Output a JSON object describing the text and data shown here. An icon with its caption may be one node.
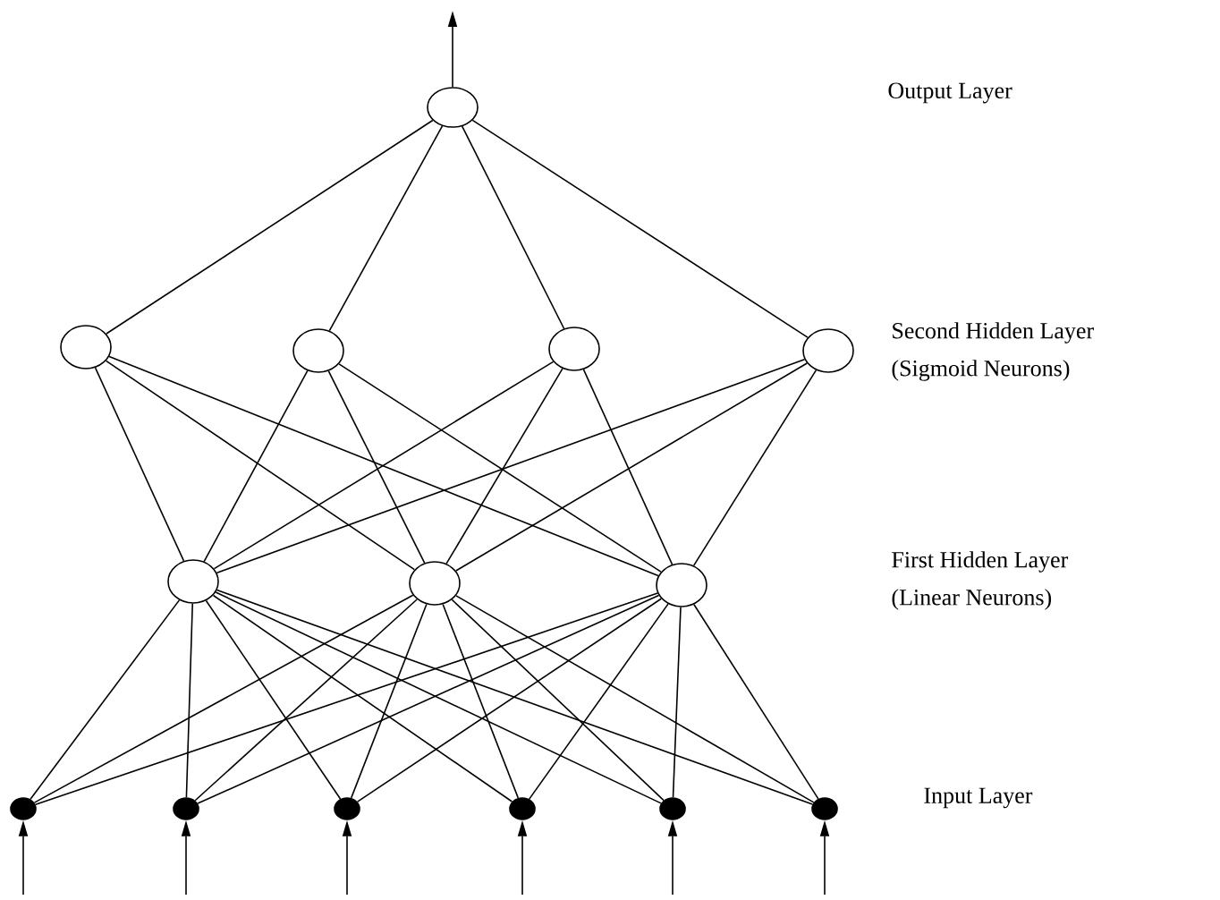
{
  "diagram": {
    "nodes": [
      {
        "text": [],
        "shape": "circle"
      },
      {
        "text": [],
        "shape": "circle"
      },
      {
        "text": [],
        "shape": "circle"
      },
      {
        "text": [],
        "shape": "circle"
      },
      {
        "text": [],
        "shape": "circle"
      },
      {
        "text": [],
        "shape": "circle"
      },
      {
        "text": [],
        "shape": "circle"
      },
      {
        "text": [],
        "shape": "circle"
      },
      {
        "text": [],
        "shape": "circle"
      },
      {
        "text": [],
        "shape": "circle"
      },
      {
        "text": [],
        "shape": "circle"
      },
      {
        "text": [],
        "shape": "circle"
      },
      {
        "text": [],
        "shape": "circle"
      },
      {
        "text": [],
        "shape": "circle"
      }
    ],
    "edges": [
      {
        "from": 0,
        "to": null,
        "arrow": "to"
      },
      {
        "from": 1,
        "to": 0,
        "arrow": "none"
      },
      {
        "from": 2,
        "to": 0,
        "arrow": "none"
      },
      {
        "from": 3,
        "to": 0,
        "arrow": "none"
      },
      {
        "from": 4,
        "to": 0,
        "arrow": "none"
      },
      {
        "from": 5,
        "to": 1,
        "arrow": "none"
      },
      {
        "from": 5,
        "to": 2,
        "arrow": "none"
      },
      {
        "from": 5,
        "to": 3,
        "arrow": "none"
      },
      {
        "from": 5,
        "to": 4,
        "arrow": "none"
      },
      {
        "from": 6,
        "to": 1,
        "arrow": "none"
      },
      {
        "from": 6,
        "to": 2,
        "arrow": "none"
      },
      {
        "from": 6,
        "to": 3,
        "arrow": "none"
      },
      {
        "from": 6,
        "to": 4,
        "arrow": "none"
      },
      {
        "from": 7,
        "to": 1,
        "arrow": "none"
      },
      {
        "from": 7,
        "to": 2,
        "arrow": "none"
      },
      {
        "from": 7,
        "to": 3,
        "arrow": "none"
      },
      {
        "from": 7,
        "to": 4,
        "arrow": "none"
      },
      {
        "from": 8,
        "to": 5,
        "arrow": "none"
      },
      {
        "from": 8,
        "to": 6,
        "arrow": "none"
      },
      {
        "from": 8,
        "to": 7,
        "arrow": "none"
      },
      {
        "from": 9,
        "to": 5,
        "arrow": "none"
      },
      {
        "from": 9,
        "to": 6,
        "arrow": "none"
      },
      {
        "from": 9,
        "to": 7,
        "arrow": "none"
      },
      {
        "from": 10,
        "to": 5,
        "arrow": "none"
      },
      {
        "from": 10,
        "to": 6,
        "arrow": "none"
      },
      {
        "from": 10,
        "to": 7,
        "arrow": "none"
      },
      {
        "from": 11,
        "to": 5,
        "arrow": "none"
      },
      {
        "from": 11,
        "to": 6,
        "arrow": "none"
      },
      {
        "from": 11,
        "to": 7,
        "arrow": "none"
      },
      {
        "from": 12,
        "to": 5,
        "arrow": "none"
      },
      {
        "from": 12,
        "to": 6,
        "arrow": "none"
      },
      {
        "from": 12,
        "to": 7,
        "arrow": "none"
      },
      {
        "from": 13,
        "to": 5,
        "arrow": "none"
      },
      {
        "from": 13,
        "to": 6,
        "arrow": "none"
      },
      {
        "from": 13,
        "to": 7,
        "arrow": "none"
      },
      {
        "from": null,
        "to": 8,
        "arrow": "to"
      },
      {
        "from": null,
        "to": 9,
        "arrow": "to"
      },
      {
        "from": null,
        "to": 10,
        "arrow": "to"
      },
      {
        "from": null,
        "to": 11,
        "arrow": "to"
      },
      {
        "from": null,
        "to": 12,
        "arrow": "to"
      },
      {
        "from": null,
        "to": 13,
        "arrow": "to"
      }
    ],
    "labels": [
      "Output Layer",
      "Second Hidden Layer",
      "(Sigmoid Neurons)",
      "First Hidden Layer",
      "(Linear Neurons)",
      "Input Layer"
    ]
  }
}
